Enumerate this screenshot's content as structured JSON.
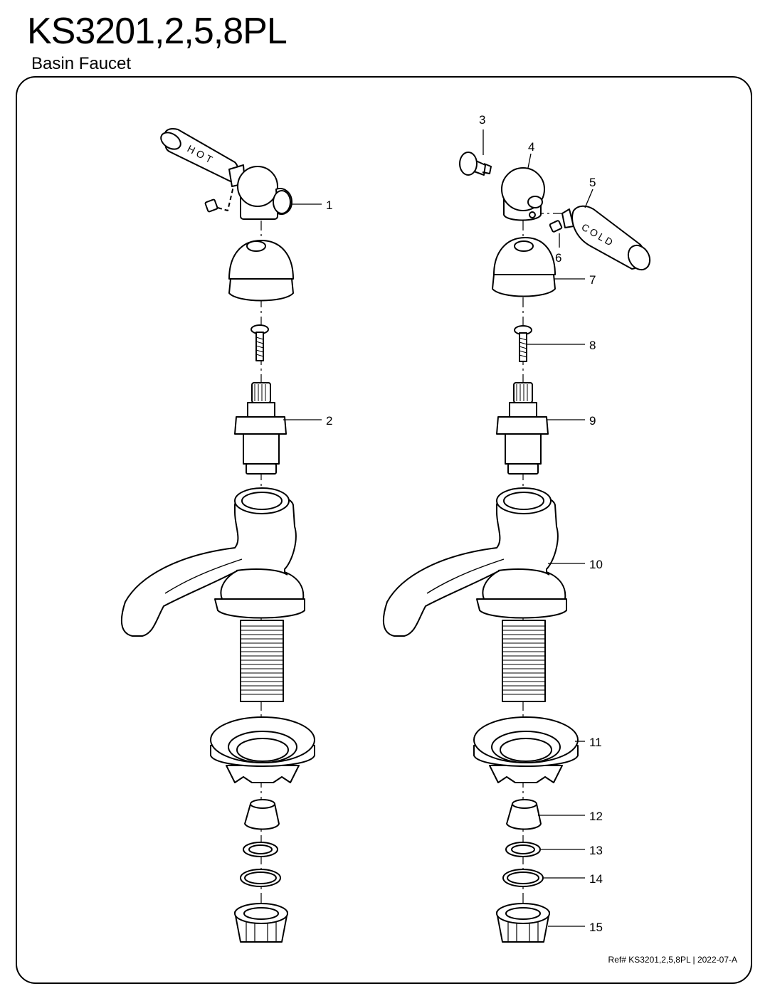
{
  "header": {
    "title": "KS3201,2,5,8PL",
    "subtitle": "Basin Faucet"
  },
  "handle_text": {
    "hot": "HOT",
    "cold": "COLD"
  },
  "callouts": {
    "c1": "1",
    "c2": "2",
    "c3": "3",
    "c4": "4",
    "c5": "5",
    "c6": "6",
    "c7": "7",
    "c8": "8",
    "c9": "9",
    "c10": "10",
    "c11": "11",
    "c12": "12",
    "c13": "13",
    "c14": "14",
    "c15": "15"
  },
  "footer": {
    "ref": "Ref# KS3201,2,5,8PL | 2022-07-A"
  }
}
